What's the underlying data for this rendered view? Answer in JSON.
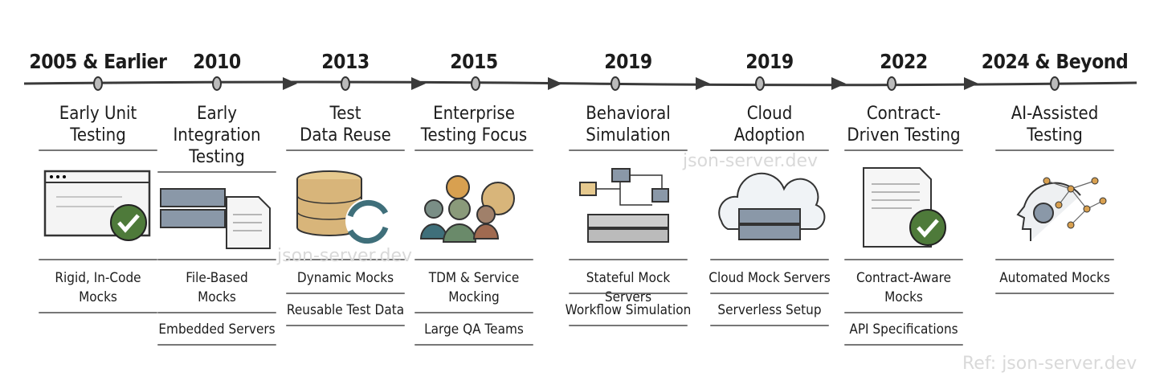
{
  "milestones": [
    {
      "year": "2005 & Earlier",
      "title": [
        "Early Unit",
        "Testing"
      ],
      "icon": "browser-window-checkmark-icon",
      "features": [
        [
          "Rigid, In-Code",
          "Mocks"
        ]
      ]
    },
    {
      "year": "2010",
      "title": [
        "Early",
        "Integration",
        "Testing"
      ],
      "icon": "server-file-icon",
      "features": [
        [
          "File-Based",
          "Mocks"
        ],
        [
          "Embedded Servers"
        ]
      ]
    },
    {
      "year": "2013",
      "title": [
        "Test",
        "Data Reuse"
      ],
      "icon": "database-refresh-icon",
      "features": [
        [
          "Dynamic Mocks"
        ],
        [
          "Reusable Test Data"
        ]
      ]
    },
    {
      "year": "2015",
      "title": [
        "Enterprise",
        "Testing Focus"
      ],
      "icon": "team-gears-icon",
      "features": [
        [
          "TDM & Service",
          "Mocking"
        ],
        [
          "Large QA Teams"
        ]
      ]
    },
    {
      "year": "2019",
      "title": [
        "Behavioral",
        "Simulation"
      ],
      "icon": "workflow-server-icon",
      "features": [
        [
          "Stateful Mock Servers"
        ],
        [
          "Workflow Simulation"
        ]
      ]
    },
    {
      "year": "2019",
      "title": [
        "Cloud",
        "Adoption"
      ],
      "icon": "cloud-server-icon",
      "features": [
        [
          "Cloud Mock Servers"
        ],
        [
          "Serverless Setup"
        ]
      ]
    },
    {
      "year": "2022",
      "title": [
        "Contract-",
        "Driven Testing"
      ],
      "icon": "contract-checkmark-icon",
      "features": [
        [
          "Contract-Aware",
          "Mocks"
        ],
        [
          "API Specifications"
        ]
      ]
    },
    {
      "year": "2024 & Beyond",
      "title": [
        "AI-Assisted",
        "Testing"
      ],
      "icon": "ai-head-network-icon",
      "features": [
        [
          "Automated Mocks"
        ]
      ]
    }
  ],
  "watermarks": [
    "json-server.dev",
    "json-server.dev",
    "Ref: json-server.dev"
  ],
  "colors": {
    "ink": "#2a2a2a",
    "green": "#4e7a3a",
    "tan": "#d8b57a",
    "teal": "#3f6f7a",
    "slate": "#7f8fa0"
  }
}
